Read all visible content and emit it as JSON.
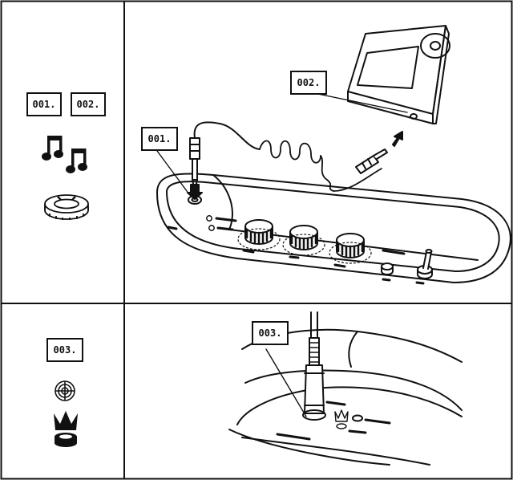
{
  "sidebar": {
    "top_labels": [
      "001.",
      "002."
    ],
    "bottom_label": "003.",
    "icons": [
      "music-notes-icon",
      "ring-nut-icon",
      "crosshair-target-icon",
      "crown-led-icon"
    ]
  },
  "main": {
    "callouts": [
      "001.",
      "002.",
      "003."
    ]
  },
  "colors": {
    "ink": "#111111",
    "paper": "#ffffff"
  }
}
